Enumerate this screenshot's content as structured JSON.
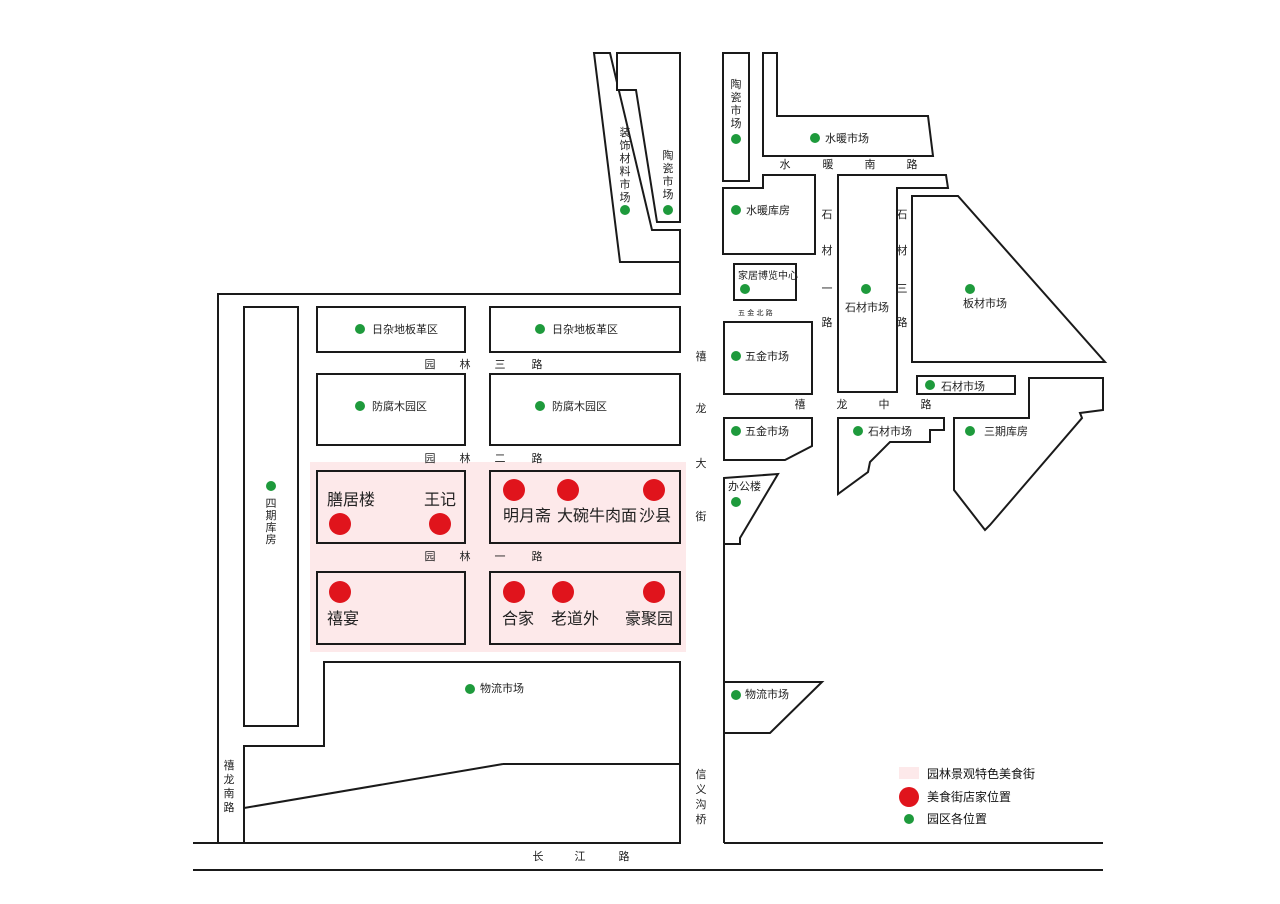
{
  "legend": {
    "zone_label": "园林景观特色美食街",
    "shop_label": "美食街店家位置",
    "poi_label": "园区各位置",
    "zone_color": "#fde9ea",
    "shop_color": "#e0141c",
    "poi_color": "#1e9a3c"
  },
  "roads": {
    "yuanlin_san": [
      "园",
      "林",
      "三",
      "路"
    ],
    "yuanlin_er": [
      "园",
      "林",
      "二",
      "路"
    ],
    "yuanlin_yi": [
      "园",
      "林",
      "一",
      "路"
    ],
    "changjiang": [
      "长",
      "江",
      "路"
    ],
    "shuinuan_nan": [
      "水",
      "暖",
      "南",
      "路"
    ],
    "xilong_zhong": [
      "禧",
      "龙",
      "中",
      "路"
    ],
    "xilong_da": [
      "禧",
      "龙",
      "大",
      "街"
    ],
    "shicai_yi": [
      "石",
      "材",
      "一",
      "路"
    ],
    "shicai_san": [
      "石",
      "材",
      "三",
      "路"
    ],
    "xilong_nan": [
      "禧",
      "龙",
      "南",
      "路"
    ],
    "xinyi_gou": [
      "信",
      "义",
      "沟",
      "桥"
    ],
    "wujin_bei": "五 金 北 路"
  },
  "places": {
    "zhuangshi": [
      "装",
      "饰",
      "材",
      "料",
      "市",
      "场"
    ],
    "taoci_left": [
      "陶",
      "瓷",
      "市",
      "场"
    ],
    "taoci_top": [
      "陶",
      "瓷",
      "市",
      "场"
    ],
    "siqi": [
      "四",
      "期",
      "库",
      "房"
    ],
    "shuinuan_market": "水暖市场",
    "shuinuan_warehouse": "水暖库房",
    "jiaju_center": "家居博览中心",
    "rizha_1": "日杂地板革区",
    "rizha_2": "日杂地板革区",
    "fangfu_1": "防腐木园区",
    "fangfu_2": "防腐木园区",
    "wujin_1": "五金市场",
    "wujin_2": "五金市场",
    "shicai_1": "石材市场",
    "shicai_2": "石材市场",
    "shicai_3": "石材市场",
    "bancai": "板材市场",
    "sanqi": "三期库房",
    "bangonglou": "办公楼",
    "wuliu_1": "物流市场",
    "wuliu_2": "物流市场"
  },
  "shops": {
    "shanjulou": "膳居楼",
    "wangji": "王记",
    "mingyuezhai": "明月斋",
    "dawan": "大碗牛肉面",
    "shaxian": "沙县",
    "xiyan": "禧宴",
    "hejia": "合家",
    "laodaowai": "老道外",
    "haojuyuan": "豪聚园"
  }
}
